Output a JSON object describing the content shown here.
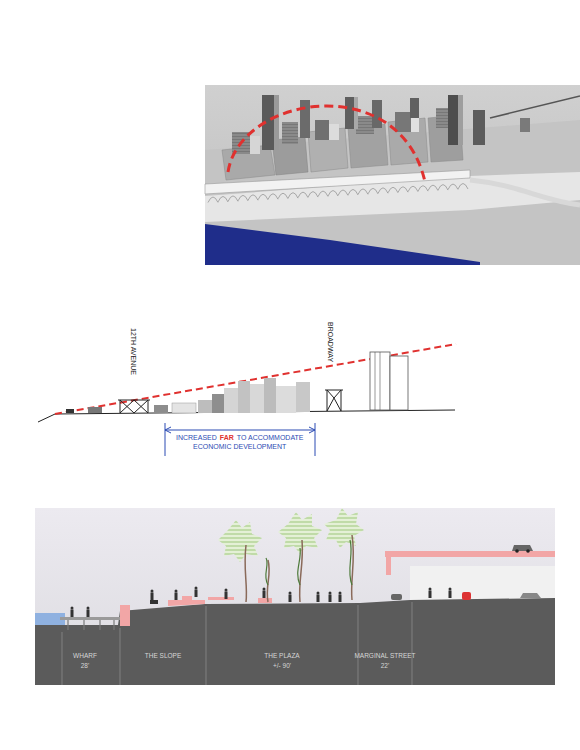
{
  "diagram": {
    "labels": [
      "12TH AVENUE",
      "BROADWAY",
      "INCREASED",
      "FAR",
      "TO ACCOMMODATE",
      "ECONOMIC DEVELOPMENT",
      "WHARF",
      "28'",
      "THE SLOPE",
      "THE PLAZA",
      "+/- 90'",
      "MARGINAL STREET",
      "22'"
    ]
  }
}
